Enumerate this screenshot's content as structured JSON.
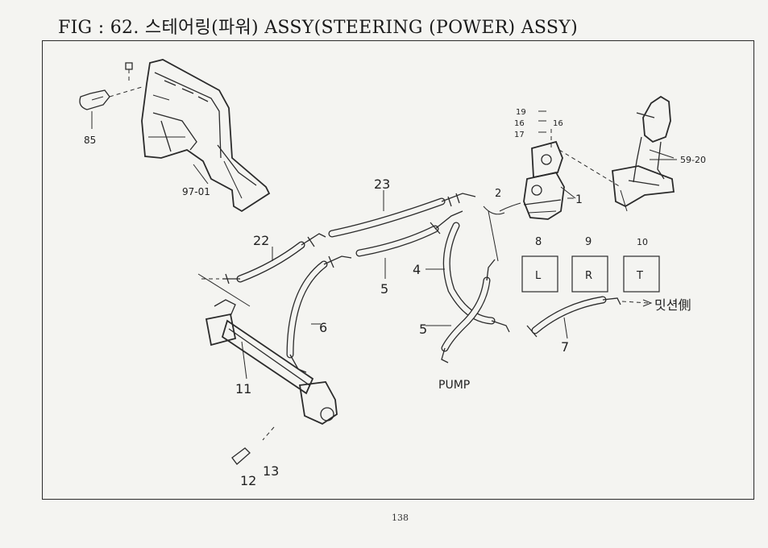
{
  "title": "FIG : 62. 스테어링(파워) ASSY(STEERING (POWER) ASSY)",
  "page_number": "138",
  "callouts": {
    "c85": "85",
    "c9701": "97-01",
    "c19": "19",
    "c16a": "16",
    "c17": "17",
    "c16b": "16",
    "c1": "1",
    "c2": "2",
    "c5920": "59-20",
    "c23": "23",
    "c22": "22",
    "c5a": "5",
    "c4": "4",
    "c6": "6",
    "c5b": "5",
    "c7": "7",
    "c11": "11",
    "c12": "12",
    "c13": "13",
    "c8": "8",
    "c9": "9",
    "c10": "10",
    "pump": "PUMP",
    "side_note": "밋션側"
  },
  "boxes": {
    "L": "L",
    "R": "R",
    "T": "T"
  }
}
